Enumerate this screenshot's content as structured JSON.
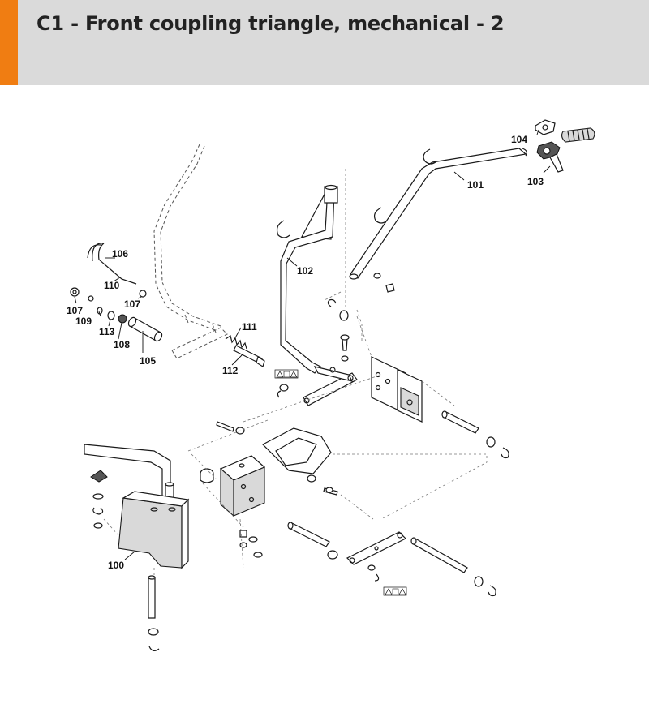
{
  "header": {
    "title": "C1 - Front coupling triangle, mechanical - 2",
    "accent_color": "#f07d12",
    "background_color": "#dadada"
  },
  "callouts": {
    "c100": "100",
    "c101": "101",
    "c102": "102",
    "c103": "103",
    "c104": "104",
    "c105": "105",
    "c106": "106",
    "c107a": "107",
    "c107b": "107",
    "c108": "108",
    "c109": "109",
    "c110": "110",
    "c111": "111",
    "c112": "112",
    "c113": "113"
  },
  "icons": {
    "warning_labels": "warning-triangle-book-triangle-icon"
  }
}
